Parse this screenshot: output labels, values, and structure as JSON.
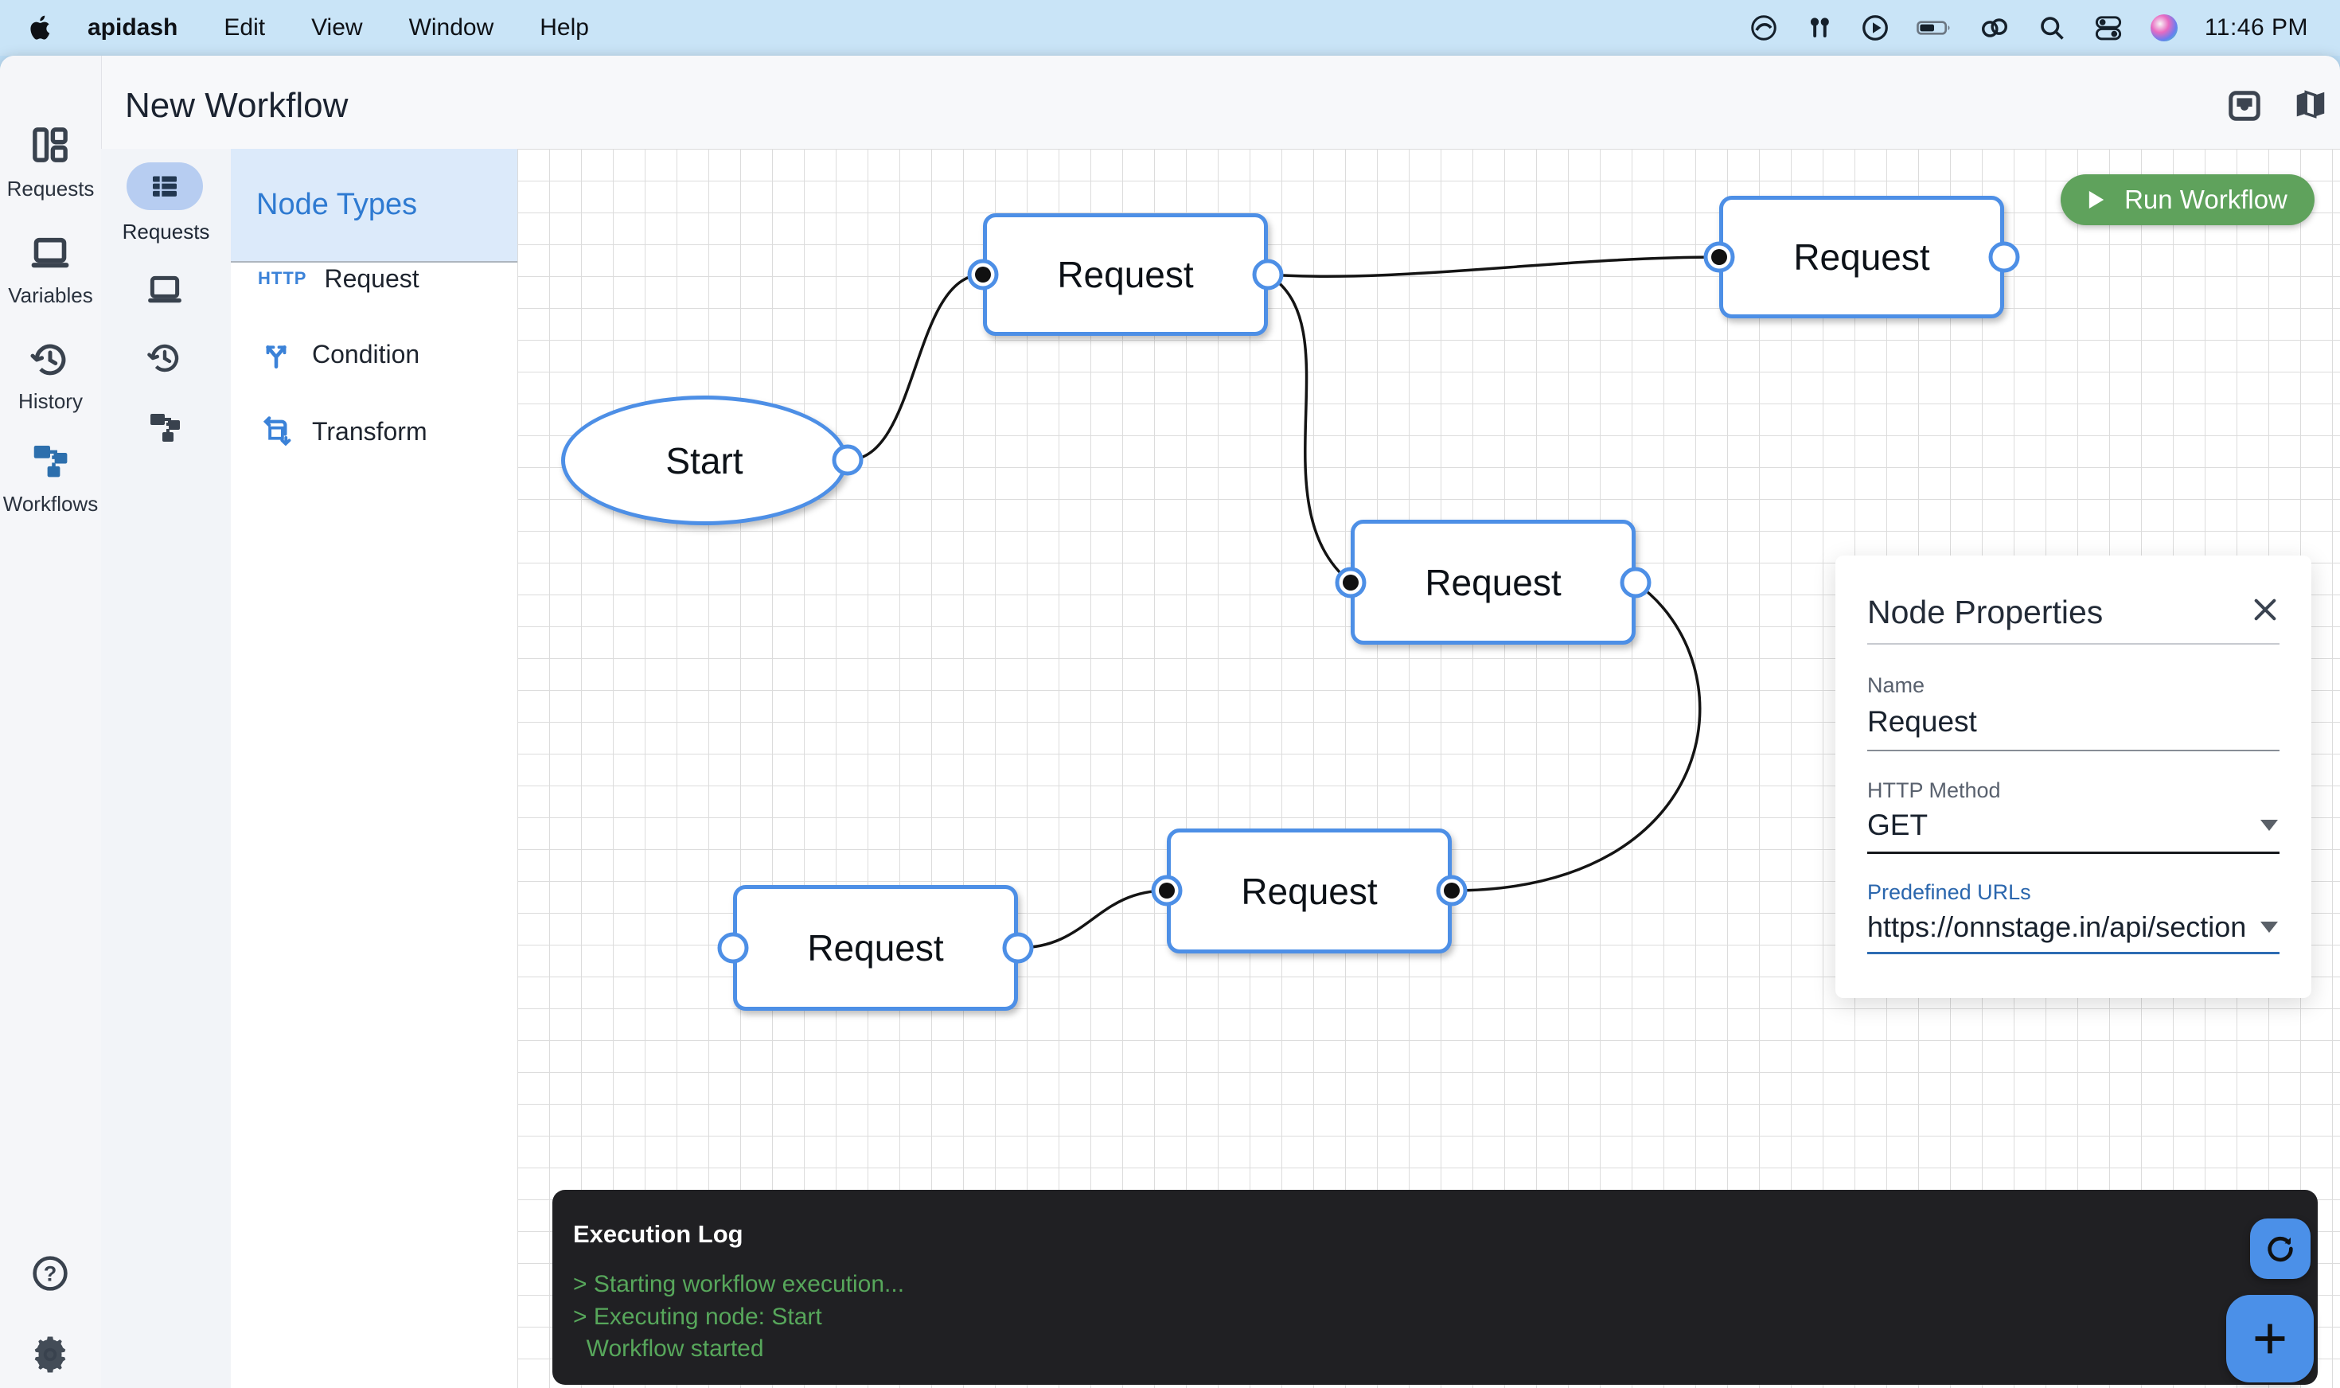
{
  "menu_bar": {
    "app_name": "apidash",
    "menus": [
      "Edit",
      "View",
      "Window",
      "Help"
    ],
    "time": "11:46 PM",
    "status_icons": [
      "creative-cloud",
      "airpods",
      "play-circle",
      "battery",
      "hotspot-link",
      "spotlight-search",
      "control-center",
      "siri"
    ]
  },
  "window": {
    "title": "New Workflow"
  },
  "sidebar": {
    "items": [
      {
        "label": "Requests"
      },
      {
        "label": "Variables"
      },
      {
        "label": "History"
      },
      {
        "label": "Workflows",
        "active": true
      }
    ]
  },
  "rail": {
    "active_label": "Requests"
  },
  "node_types": {
    "header": "Node Types",
    "items": [
      {
        "icon_text": "HTTP",
        "label": "Request"
      },
      {
        "label": "Condition"
      },
      {
        "label": "Transform"
      }
    ]
  },
  "canvas": {
    "run_label": "Run Workflow",
    "nodes": [
      {
        "label": "Start",
        "shape": "ellipse",
        "ports": {
          "out": "hollow"
        }
      },
      {
        "label": "Request",
        "ports": {
          "in": "filled",
          "out": "hollow"
        }
      },
      {
        "label": "Request",
        "ports": {
          "in": "filled",
          "out": "hollow"
        }
      },
      {
        "label": "Request",
        "ports": {
          "in": "filled",
          "out": "hollow"
        }
      },
      {
        "label": "Request",
        "ports": {
          "in": "hollow",
          "out": "hollow"
        }
      },
      {
        "label": "Request",
        "ports": {
          "in": "filled",
          "out": "filled"
        }
      }
    ],
    "edges": [
      {
        "from": "Start.out",
        "to": "Request1.in"
      },
      {
        "from": "Request1.out",
        "to": "Request2.in"
      },
      {
        "from": "Request1.out",
        "to": "Request3.in"
      },
      {
        "from": "Request3.out",
        "to": "Request5.out-side"
      },
      {
        "from": "Request4.out",
        "to": "Request5.in"
      }
    ]
  },
  "properties": {
    "title": "Node Properties",
    "name_label": "Name",
    "name_value": "Request",
    "method_label": "HTTP Method",
    "method_value": "GET",
    "urls_label": "Predefined URLs",
    "urls_value": "https://onnstage.in/api/section"
  },
  "log": {
    "title": "Execution Log",
    "lines": [
      "> Starting workflow execution...",
      "> Executing node: Start",
      "  Workflow started"
    ]
  },
  "colors": {
    "accent_blue": "#4d8fe6",
    "node_types_blue": "#2e7ad1",
    "run_green": "#5fa25c",
    "log_green": "#57a75b",
    "fab_blue": "#4b90e8",
    "selected_pill": "#b7cdf1"
  }
}
